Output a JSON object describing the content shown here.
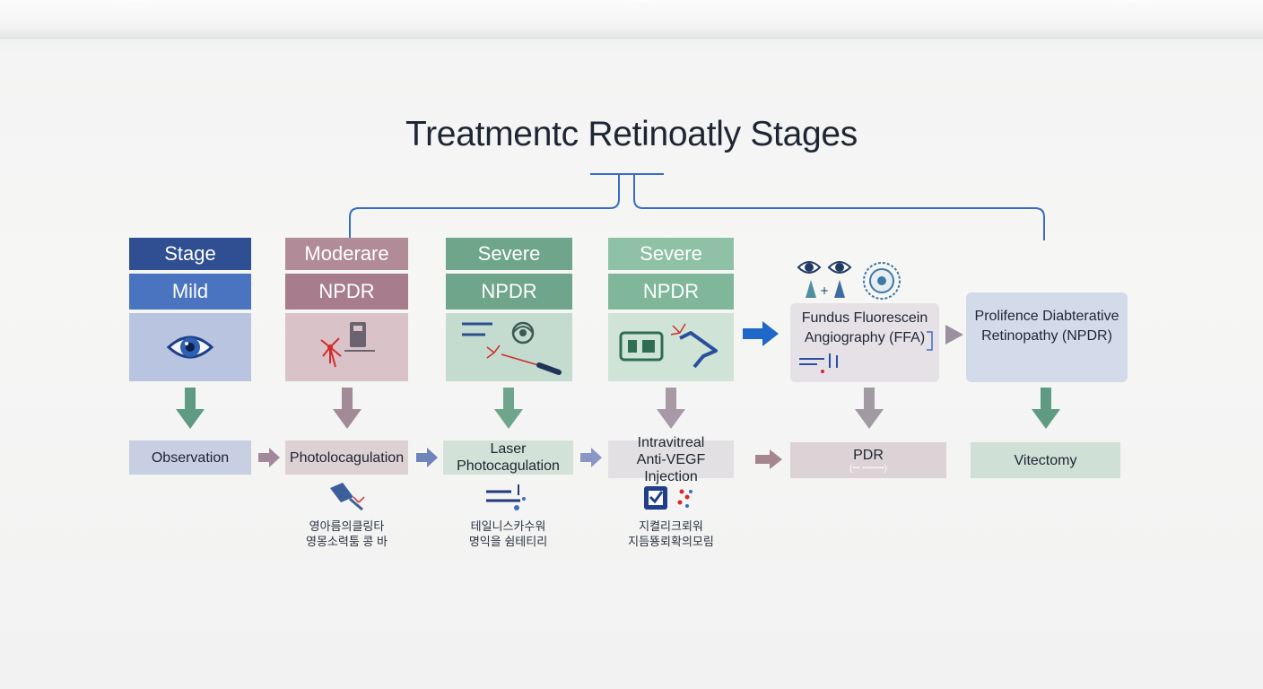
{
  "title": "Treatmentc Retinoatly Stages",
  "columns": [
    {
      "header": "Stage",
      "sub": "Mild",
      "icon": "eye-icon",
      "step": "Observation",
      "colors": {
        "header": "#2f4f92",
        "sub": "#4a74c0",
        "panel": "#b8c4e0"
      }
    },
    {
      "header": "Moderare",
      "sub": "NPDR",
      "icon": "laser-device-icon",
      "step": "Photolocagulation",
      "colors": {
        "header": "#b18b98",
        "sub": "#a77d8d",
        "panel": "#d9c3c9"
      },
      "note": [
        "영아름의클링타",
        "영몽소력툼 콩 바"
      ]
    },
    {
      "header": "Severe",
      "sub": "NPDR",
      "icon": "laser-probe-icon",
      "step": "Laser Photocagulation",
      "colors": {
        "header": "#6fa58a",
        "sub": "#6fa58a",
        "panel": "#c3dccf"
      },
      "note": [
        "테일니스카수워",
        "명익을 쉼테티리"
      ]
    },
    {
      "header": "Severe",
      "sub": "NPDR",
      "icon": "injection-icon",
      "step": "Intravitreal\nAnti-VEGF Injection",
      "colors": {
        "header": "#8ec1a5",
        "sub": "#80b79a",
        "panel": "#cfe3d6"
      },
      "note": [
        "지켤리크뢰워",
        "지듬뚕뢰확의모림"
      ]
    }
  ],
  "ffa": {
    "label": "Fundus Fluorescein\nAngiography (FFA)",
    "step": "PDR",
    "step_sub": "(ꟷ ꟷꟷꟷ)"
  },
  "pdr": {
    "label": "Prolifence Diabterative\nRetinopathy (NPDR)",
    "step": "Vitectomy"
  },
  "icons": {
    "arrow": "arrow-right-icon",
    "down": "arrow-down-icon",
    "eyes": "eye-pair-icon",
    "retina": "retina-icon"
  },
  "accent": "#2a6bd1"
}
